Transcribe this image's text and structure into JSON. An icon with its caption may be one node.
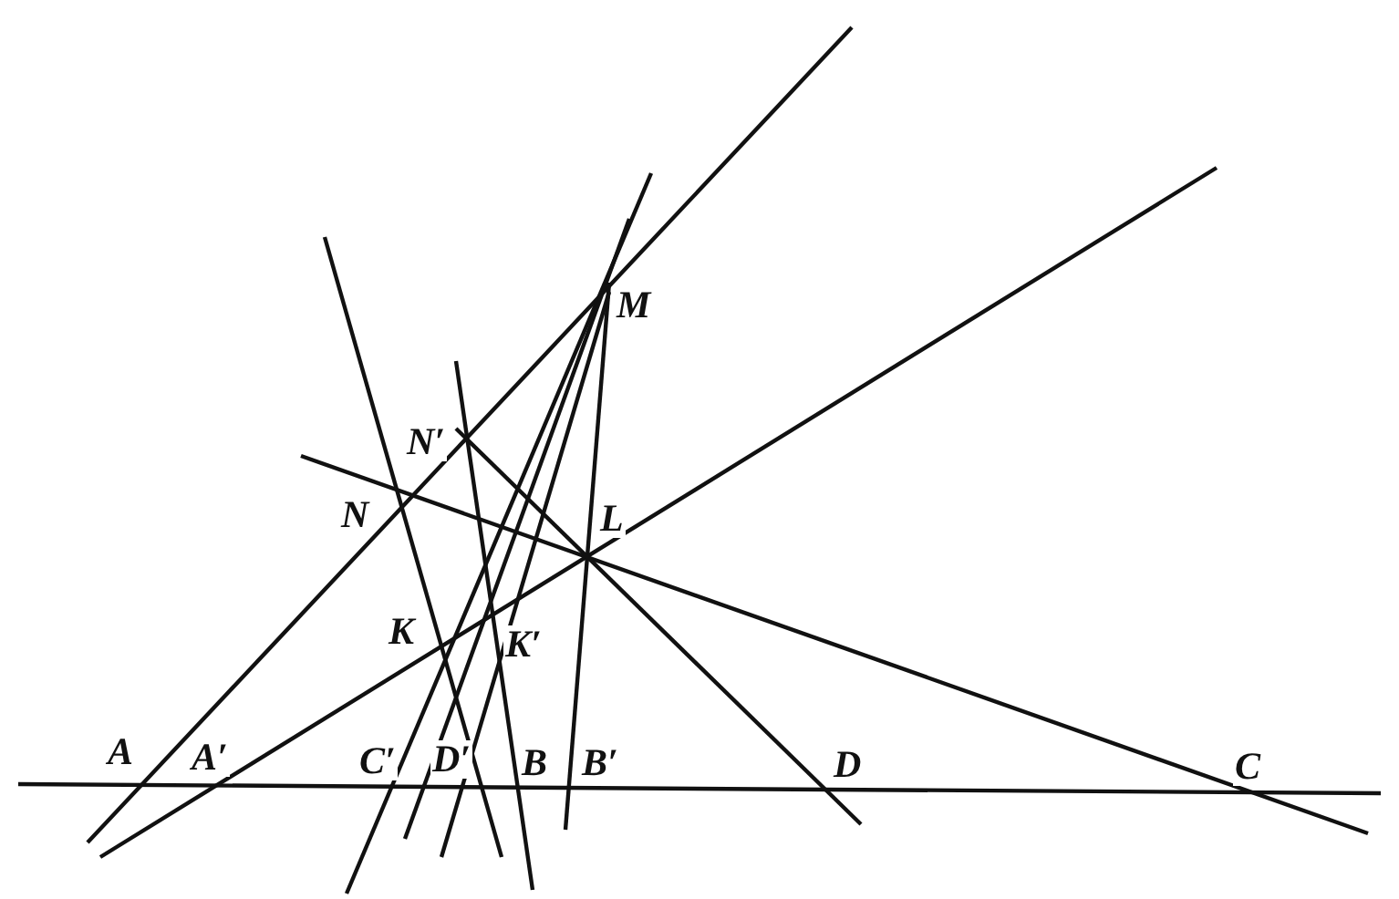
{
  "diagram": {
    "labels": [
      "M",
      "N′",
      "N",
      "L",
      "K",
      "K′",
      "A",
      "A′",
      "C′",
      "D′",
      "B",
      "B′",
      "D",
      "C"
    ]
  }
}
